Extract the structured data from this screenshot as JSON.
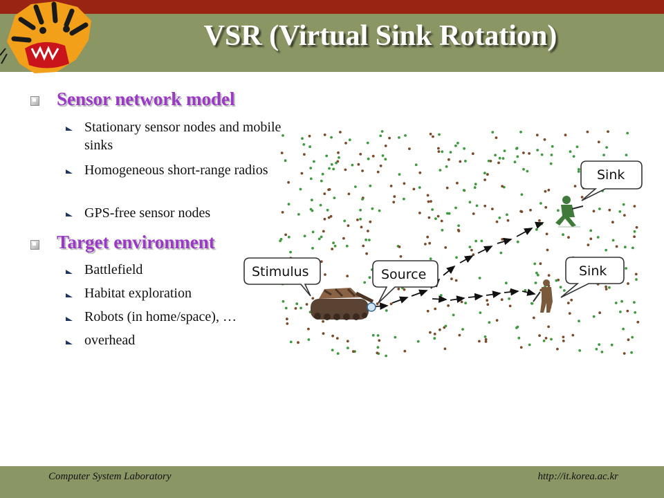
{
  "slide": {
    "title": "VSR (Virtual Sink Rotation)",
    "sections": [
      {
        "heading": "Sensor network model",
        "items": [
          "Stationary sensor nodes and mobile sinks",
          "Homogeneous short-range radios",
          "GPS-free sensor nodes"
        ]
      },
      {
        "heading": "Target environment",
        "items": [
          "Battlefield",
          "Habitat exploration",
          "Robots (in home/space), …",
          "overhead"
        ]
      }
    ]
  },
  "diagram": {
    "labels": {
      "stimulus": "Stimulus",
      "source": "Source",
      "sink_top": "Sink",
      "sink_bottom": "Sink"
    },
    "colors": {
      "node_green": "#3f9a3f",
      "node_brown": "#7a4a2a",
      "arrow": "#111111"
    },
    "icons": [
      "tiger-logo-icon",
      "tank-icon",
      "soldier-icon"
    ]
  },
  "footer": {
    "left": "Computer System Laboratory",
    "right": "http://it.korea.ac.kr"
  },
  "theme": {
    "top_bar": "#9a2414",
    "title_bar": "#8b9665",
    "heading_color": "#9b38c7",
    "bullet_color": "#1f3760"
  }
}
